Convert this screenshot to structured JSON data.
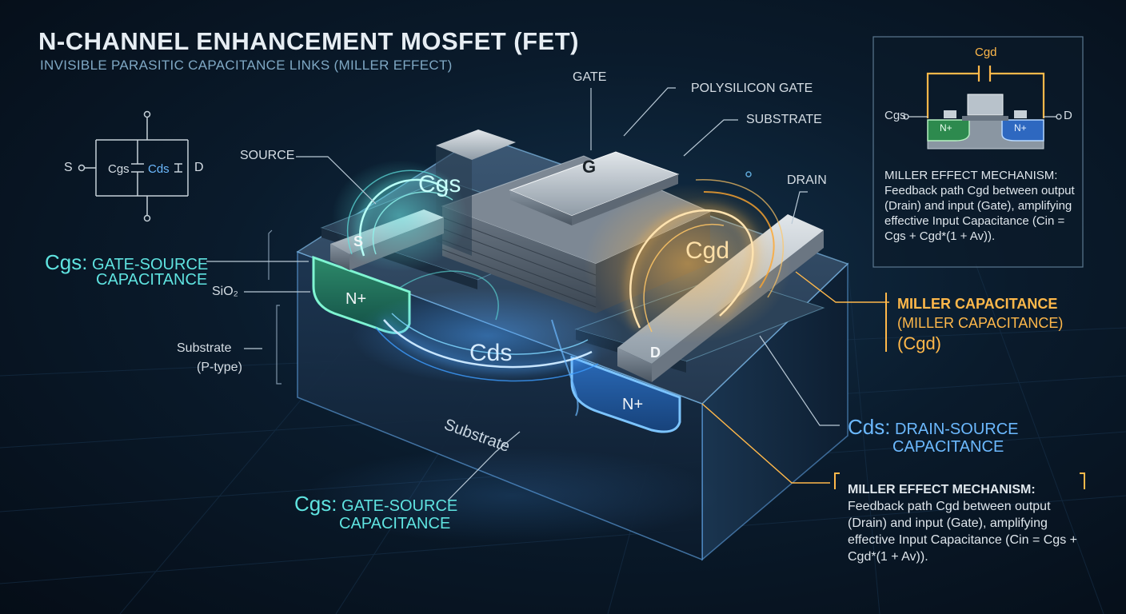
{
  "title": "N-CHANNEL ENHANCEMENT MOSFET (FET)",
  "subtitle": "INVISIBLE PARASITIC CAPACITANCE LINKS (MILLER EFFECT)",
  "schematic": {
    "source_pin": "S",
    "drain_pin": "D",
    "cgs": "Cgs",
    "cds": "Cds"
  },
  "device_labels": {
    "gate": "GATE",
    "polysilicon_gate": "POLYSILICON GATE",
    "substrate_top": "SUBSTRATE",
    "source": "SOURCE",
    "drain": "DRAIN",
    "sio2": "SiO₂",
    "substrate_ptype_line1": "Substrate",
    "substrate_ptype_line2": "(P-type)",
    "substrate_body": "Substrate"
  },
  "terminals": {
    "gate": "G",
    "source": "S",
    "drain": "D",
    "n_plus_left": "N+",
    "n_plus_right": "N+"
  },
  "capacitances": {
    "cgs": "Cgs",
    "cgd": "Cgd",
    "cds": "Cds"
  },
  "callouts": {
    "cgs_top_sym": "Cgs:",
    "cgs_top_line1": "GATE-SOURCE",
    "cgs_top_line2": "CAPACITANCE",
    "cgs_bottom_sym": "Cgs:",
    "cgs_bottom_line1": "GATE-SOURCE",
    "cgs_bottom_line2": "CAPACITANCE",
    "cds_sym": "Cds:",
    "cds_line1": "DRAIN-SOURCE",
    "cds_line2": "CAPACITANCE",
    "miller_line1": "MILLER CAPACITANCE",
    "miller_line2": "(MILLER CAPACITANCE)",
    "miller_line3": "(Cgd)"
  },
  "inset": {
    "cgd": "Cgd",
    "cgs": "Cgs",
    "drain_pin": "D",
    "n_plus_left": "N+",
    "n_plus_right": "N+",
    "heading": "MILLER EFFECT MECHANISM:",
    "body": "Feedback path Cgd between output (Drain) and input (Gate), amplifying effective Input Capacitance (Cin = Cgs + Cgd*(1 + Av))."
  },
  "mechanism": {
    "heading": "MILLER EFFECT MECHANISM:",
    "body": "Feedback path Cgd between output (Drain) and input (Gate), amplifying effective Input Capacitance (Cin = Cgs + Cgd*(1 + Av))."
  },
  "colors": {
    "cyan": "#5fe3e0",
    "blue": "#6cb9ff",
    "orange": "#ffb84a",
    "background": "#06101c"
  }
}
